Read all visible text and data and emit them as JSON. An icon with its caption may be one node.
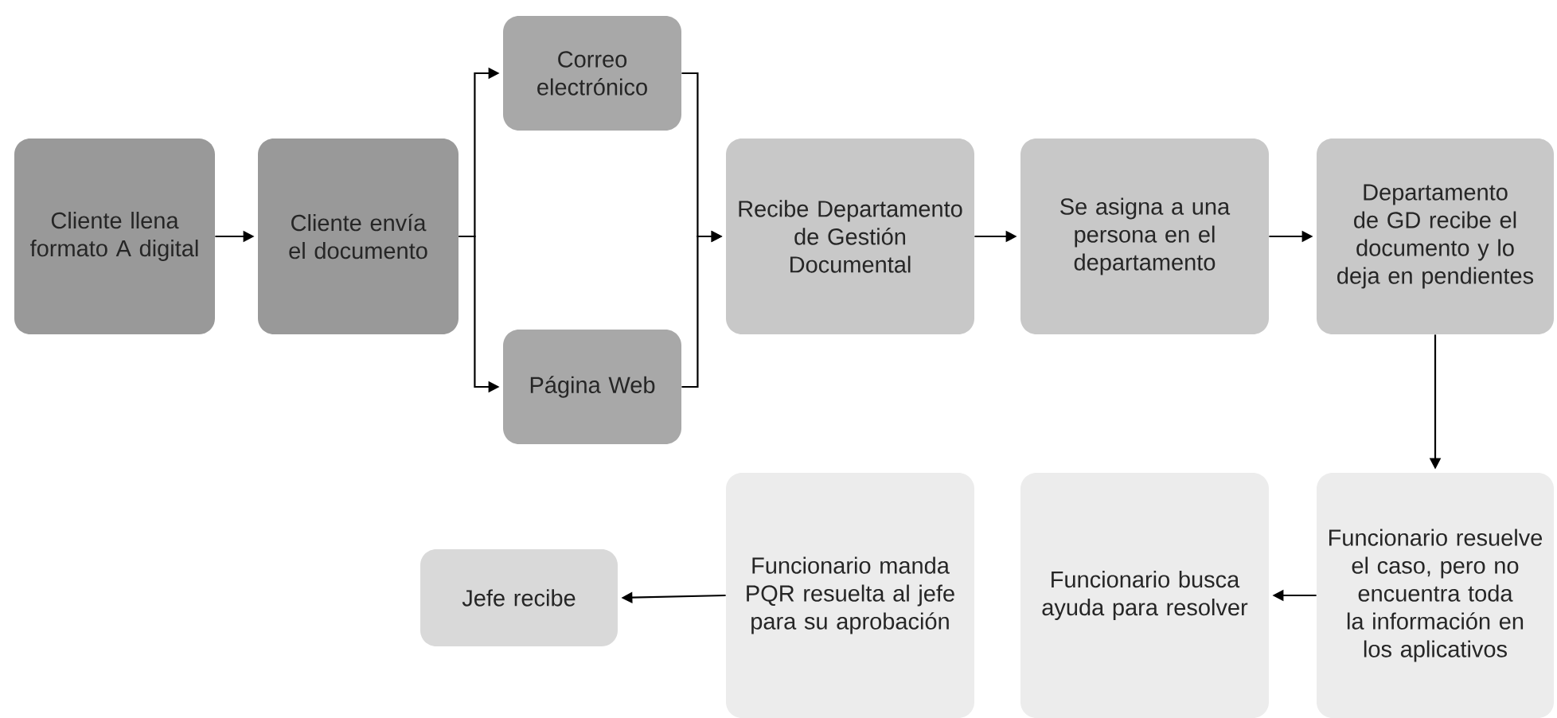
{
  "diagram": {
    "nodes": [
      {
        "text": [
          "Cliente llena formato A digital"
        ]
      },
      {
        "text": [
          "Cliente envía el documento"
        ]
      },
      {
        "text": [
          "Correo electrónico"
        ]
      },
      {
        "text": [
          "Página Web"
        ]
      },
      {
        "text": [
          "Recibe Departamento de Gestión Documental"
        ]
      },
      {
        "text": [
          "Se asigna a una persona en el departamento"
        ]
      },
      {
        "text": [
          "Departamento de GD recibe el documento y lo deja en pendientes"
        ]
      },
      {
        "text": [
          "Funcionario resuelve el caso, pero no encuentra toda la información en los aplicativos"
        ]
      },
      {
        "text": [
          "Funcionario busca ayuda para resolver"
        ]
      },
      {
        "text": [
          "Funcionario manda PQR resuelta al jefe para su aprobación"
        ]
      },
      {
        "text": [
          "Jefe recibe"
        ]
      }
    ],
    "edges": [
      {
        "from": 0,
        "to": 1,
        "arrow": "to"
      },
      {
        "from": 1,
        "to": 2,
        "arrow": "to"
      },
      {
        "from": 1,
        "to": 3,
        "arrow": "to"
      },
      {
        "from": 2,
        "to": 4,
        "arrow": "to"
      },
      {
        "from": 3,
        "to": 4,
        "arrow": "to"
      },
      {
        "from": 4,
        "to": 5,
        "arrow": "to"
      },
      {
        "from": 5,
        "to": 6,
        "arrow": "to"
      },
      {
        "from": 6,
        "to": 7,
        "arrow": "to"
      },
      {
        "from": 7,
        "to": 8,
        "arrow": "to"
      },
      {
        "from": 9,
        "to": 10,
        "arrow": "to"
      }
    ]
  }
}
